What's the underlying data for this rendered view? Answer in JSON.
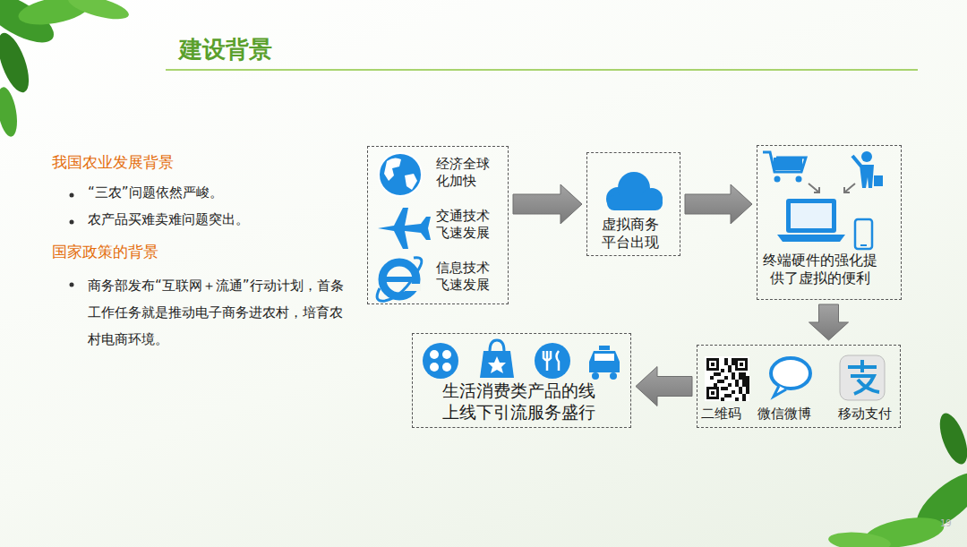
{
  "diagram": {
    "title": "建设背景",
    "nodes": [
      {
        "text": [
          "经济全球化加快",
          "交通技术飞速发展",
          "信息技术飞速发展"
        ]
      },
      {
        "text": [
          "虚拟商务平台出现"
        ]
      },
      {
        "text": [
          "终端硬件的强化提供了虚拟的便利"
        ]
      },
      {
        "text": [
          "二维码",
          "微信微博",
          "移动支付"
        ]
      },
      {
        "text": [
          "生活消费类产品的线上线下引流服务盛行"
        ]
      }
    ],
    "edges": [
      {
        "from": 0,
        "to": 1,
        "arrow": "to"
      },
      {
        "from": 1,
        "to": 2,
        "arrow": "to"
      },
      {
        "from": 2,
        "to": 3,
        "arrow": "to"
      },
      {
        "from": 3,
        "to": 4,
        "arrow": "to"
      }
    ],
    "labels": [
      "我国农业发展背景",
      "“三农”问题依然严峻。",
      "农产品买难卖难问题突出。",
      "国家政策的背景",
      "商务部发布“互联网＋流通”行动计划，首条工作任务就是推动电子商务进农村，培育农村电商环境。",
      "19"
    ]
  }
}
